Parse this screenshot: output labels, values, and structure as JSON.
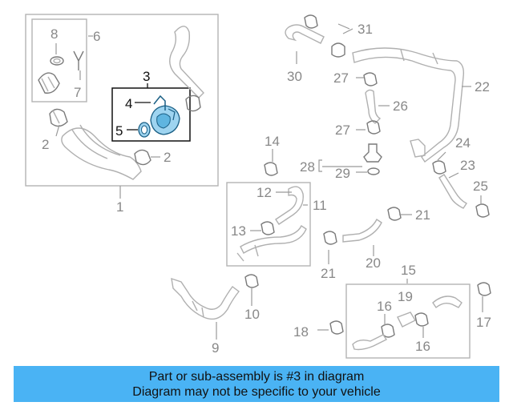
{
  "diagram": {
    "callouts": [
      {
        "id": "1",
        "label": "1"
      },
      {
        "id": "2a",
        "label": "2"
      },
      {
        "id": "2b",
        "label": "2"
      },
      {
        "id": "3",
        "label": "3"
      },
      {
        "id": "4",
        "label": "4"
      },
      {
        "id": "5",
        "label": "5"
      },
      {
        "id": "6",
        "label": "6"
      },
      {
        "id": "7",
        "label": "7"
      },
      {
        "id": "8",
        "label": "8"
      },
      {
        "id": "9",
        "label": "9"
      },
      {
        "id": "10",
        "label": "10"
      },
      {
        "id": "11",
        "label": "11"
      },
      {
        "id": "12",
        "label": "12"
      },
      {
        "id": "13",
        "label": "13"
      },
      {
        "id": "14",
        "label": "14"
      },
      {
        "id": "15",
        "label": "15"
      },
      {
        "id": "16a",
        "label": "16"
      },
      {
        "id": "16b",
        "label": "16"
      },
      {
        "id": "17",
        "label": "17"
      },
      {
        "id": "18",
        "label": "18"
      },
      {
        "id": "19",
        "label": "19"
      },
      {
        "id": "20",
        "label": "20"
      },
      {
        "id": "21a",
        "label": "21"
      },
      {
        "id": "21b",
        "label": "21"
      },
      {
        "id": "22",
        "label": "22"
      },
      {
        "id": "23",
        "label": "23"
      },
      {
        "id": "24",
        "label": "24"
      },
      {
        "id": "25",
        "label": "25"
      },
      {
        "id": "26",
        "label": "26"
      },
      {
        "id": "27a",
        "label": "27"
      },
      {
        "id": "27b",
        "label": "27"
      },
      {
        "id": "28",
        "label": "28"
      },
      {
        "id": "29",
        "label": "29"
      },
      {
        "id": "30",
        "label": "30"
      },
      {
        "id": "31",
        "label": "31"
      }
    ],
    "highlight_color": "#1e90c8"
  },
  "banner": {
    "line1": "Part or sub-assembly is #3 in diagram",
    "line2": "Diagram may not be specific to your vehicle",
    "background": "#4ab3f4"
  }
}
